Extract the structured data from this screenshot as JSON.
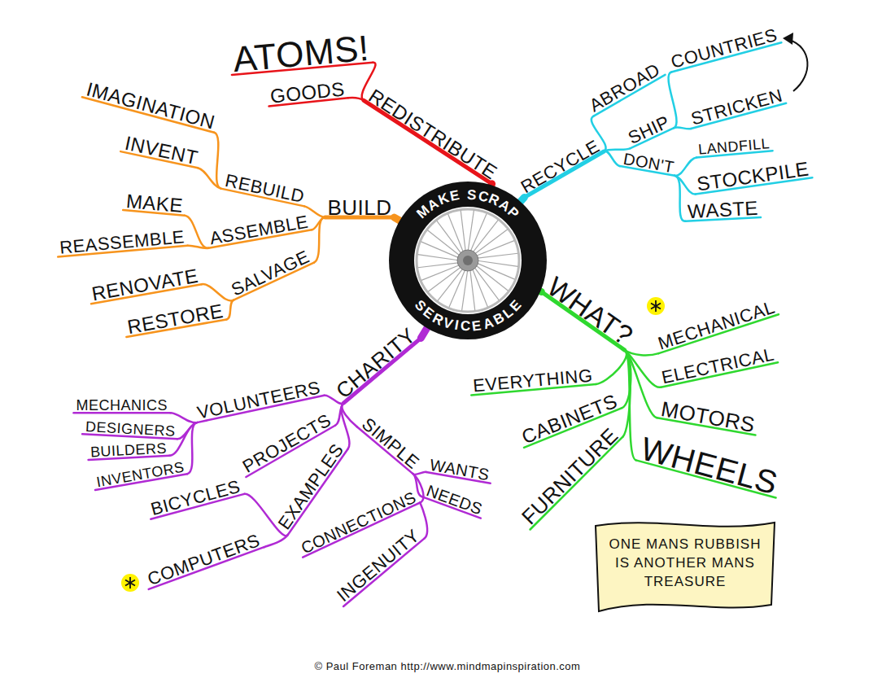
{
  "diagram": {
    "nodes": [
      {
        "text": [
          "MAKE SCRAP",
          "SERVICEABLE"
        ]
      },
      {
        "text": [
          "ONE MANS RUBBISH IS ANOTHER MANS TREASURE"
        ]
      }
    ],
    "labels": [
      "ATOMS!",
      "GOODS",
      "REDISTRIBUTE",
      "RECYCLE",
      "ABROAD",
      "SHIP",
      "COUNTRIES",
      "STRICKEN",
      "DON'T",
      "LANDFILL",
      "STOCKPILE",
      "WASTE",
      "BUILD",
      "REBUILD",
      "IMAGINATION",
      "INVENT",
      "ASSEMBLE",
      "MAKE",
      "REASSEMBLE",
      "SALVAGE",
      "RENOVATE",
      "RESTORE",
      "CHARITY",
      "VOLUNTEERS",
      "MECHANICS",
      "DESIGNERS",
      "BUILDERS",
      "INVENTORS",
      "PROJECTS",
      "EXAMPLES",
      "BICYCLES",
      "COMPUTERS",
      "SIMPLE",
      "WANTS",
      "NEEDS",
      "CONNECTIONS",
      "INGENUITY",
      "WHAT?",
      "MECHANICAL",
      "ELECTRICAL",
      "MOTORS",
      "WHEELS",
      "EVERYTHING",
      "CABINETS",
      "FURNITURE",
      "© Paul Foreman http://www.mindmapinspiration.com"
    ]
  }
}
